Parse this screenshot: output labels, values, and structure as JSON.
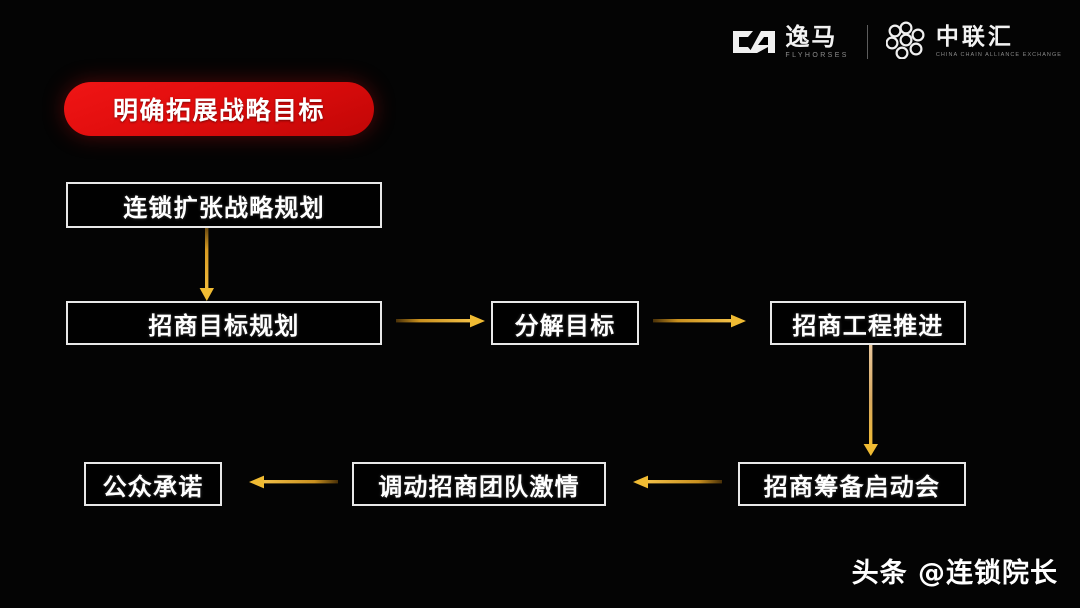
{
  "slide": {
    "background_color": "#040404",
    "accent_red": "#e00d0d",
    "accent_gold": "#e8a317",
    "box_border_color": "#e8e8e8",
    "text_color": "#ffffff"
  },
  "header": {
    "logos": [
      {
        "id": "yima",
        "mark": "ca-monogram-icon",
        "cn_name": "逸马",
        "en_name": "FLYHORSES"
      },
      {
        "id": "zhonglianhui",
        "mark": "flower-cluster-icon",
        "cn_name": "中联汇",
        "en_name": "CHINA CHAIN ALLIANCE EXCHANGE"
      }
    ],
    "divider": "|"
  },
  "banner": {
    "label": "明确拓展战略目标",
    "shape": "pill",
    "color": "#e00d0d"
  },
  "flow": {
    "nodes": [
      {
        "id": "strategy",
        "label": "连锁扩张战略规划"
      },
      {
        "id": "target",
        "label": "招商目标规划"
      },
      {
        "id": "decompose",
        "label": "分解目标"
      },
      {
        "id": "promote",
        "label": "招商工程推进"
      },
      {
        "id": "kickoff",
        "label": "招商筹备启动会"
      },
      {
        "id": "passion",
        "label": "调动招商团队激情"
      },
      {
        "id": "promise",
        "label": "公众承诺"
      }
    ],
    "arrows": [
      {
        "id": "strategy-to-target",
        "direction": "down",
        "from": "strategy",
        "to": "target",
        "color": "#e8a317"
      },
      {
        "id": "target-to-decompose",
        "direction": "right",
        "from": "target",
        "to": "decompose",
        "color": "#e8a317"
      },
      {
        "id": "decompose-to-promote",
        "direction": "right",
        "from": "decompose",
        "to": "promote",
        "color": "#e8a317"
      },
      {
        "id": "promote-to-kickoff",
        "direction": "down",
        "from": "promote",
        "to": "kickoff",
        "color": "#e8a317"
      },
      {
        "id": "kickoff-to-passion",
        "direction": "left",
        "from": "kickoff",
        "to": "passion",
        "color": "#e8a317"
      },
      {
        "id": "passion-to-promise",
        "direction": "left",
        "from": "passion",
        "to": "promise",
        "color": "#e8a317"
      }
    ]
  },
  "watermark": {
    "text": "头条 @连锁院长"
  }
}
